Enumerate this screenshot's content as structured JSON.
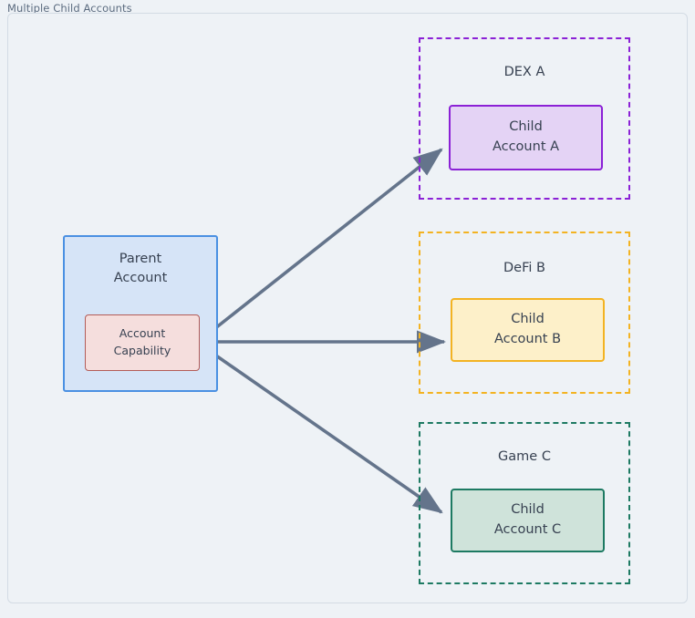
{
  "diagram": {
    "title": "Multiple Child Accounts",
    "colors": {
      "background": "#eef2f6",
      "panel_border": "#d3dbe4",
      "text": "#374151",
      "title_text": "#5b6b7f",
      "arrow": "#64748b",
      "parent_fill": "#d6e4f7",
      "parent_border": "#4a90e2",
      "capability_fill": "#f5dedd",
      "capability_border": "#b25c58",
      "dex_accent": "#8b21d6",
      "dex_fill": "#e4d3f5",
      "defi_accent": "#f3b322",
      "defi_fill": "#fdf0c9",
      "game_accent": "#1d7a62",
      "game_fill": "#cfe3da"
    }
  },
  "parent": {
    "title_line1": "Parent",
    "title_line2": "Account",
    "capability_line1": "Account",
    "capability_line2": "Capability"
  },
  "groups": [
    {
      "id": "dex-a",
      "label": "DEX A",
      "child_line1": "Child",
      "child_line2": "Account A"
    },
    {
      "id": "defi-b",
      "label": "DeFi B",
      "child_line1": "Child",
      "child_line2": "Account B"
    },
    {
      "id": "game-c",
      "label": "Game C",
      "child_line1": "Child",
      "child_line2": "Account C"
    }
  ],
  "connections": [
    {
      "from": "account-capability",
      "to": "child-account-a",
      "style": "arrow"
    },
    {
      "from": "account-capability",
      "to": "child-account-b",
      "style": "arrow"
    },
    {
      "from": "account-capability",
      "to": "child-account-c",
      "style": "arrow"
    }
  ]
}
